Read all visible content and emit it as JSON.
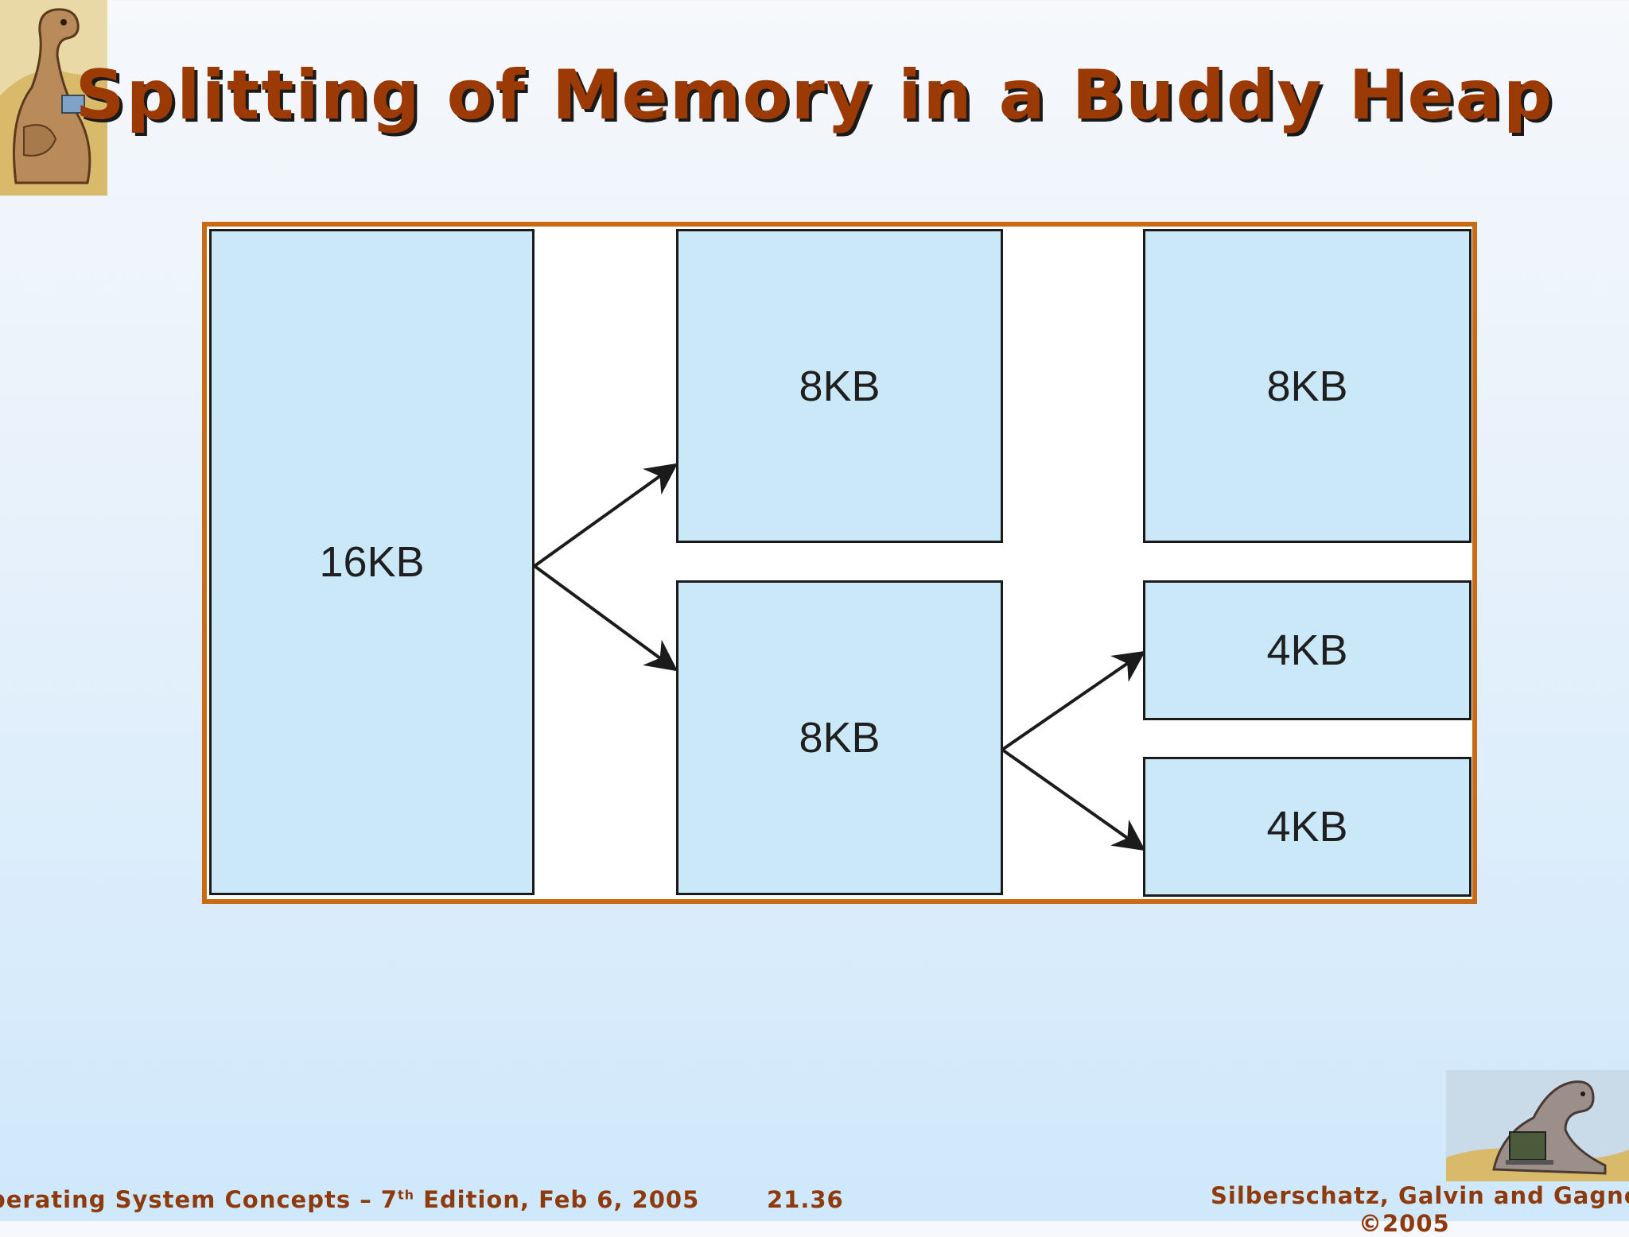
{
  "title": "Splitting of Memory in a Buddy Heap",
  "diagram": {
    "blocks": {
      "b16": "16KB",
      "b8_top": "8KB",
      "b8_bottom": "8KB",
      "b8_right": "8KB",
      "b4_top": "4KB",
      "b4_bottom": "4KB"
    }
  },
  "footer": {
    "left_pre": "perating System Concepts – 7",
    "left_sup": "th",
    "left_post": " Edition, Feb 6, 2005",
    "page": "21.36",
    "authors": "Silberschatz, Galvin and Gagne",
    "year": "©2005"
  },
  "colors": {
    "title": "#9b3a05",
    "frame": "#c96a14",
    "block_fill": "#cbe8f9",
    "footer": "#8f3a0c"
  }
}
